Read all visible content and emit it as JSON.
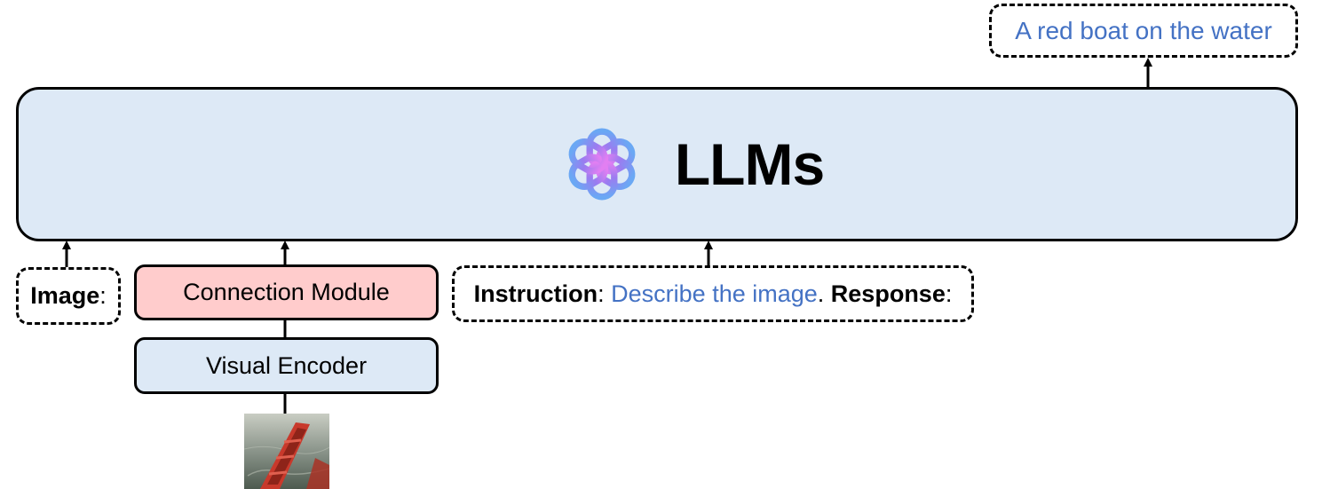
{
  "llm": {
    "title": "LLMs",
    "logo_icon": "openai-knot-icon"
  },
  "output": {
    "text": "A red boat on the water"
  },
  "image_input": {
    "label": "Image",
    "colon": ":"
  },
  "connection_module": {
    "label": "Connection Module"
  },
  "visual_encoder": {
    "label": "Visual Encoder"
  },
  "instruction": {
    "label": "Instruction",
    "sep1": ": ",
    "text": "Describe the image",
    "sep2": ". ",
    "response_label": "Response",
    "sep3": ":"
  },
  "colors": {
    "llm_fill": "#dde9f6",
    "connection_fill": "#ffcccc",
    "encoder_fill": "#dde9f6",
    "accent_text": "#4472c4",
    "boat_red": "#c8392b",
    "water": "#5e6b5c"
  }
}
